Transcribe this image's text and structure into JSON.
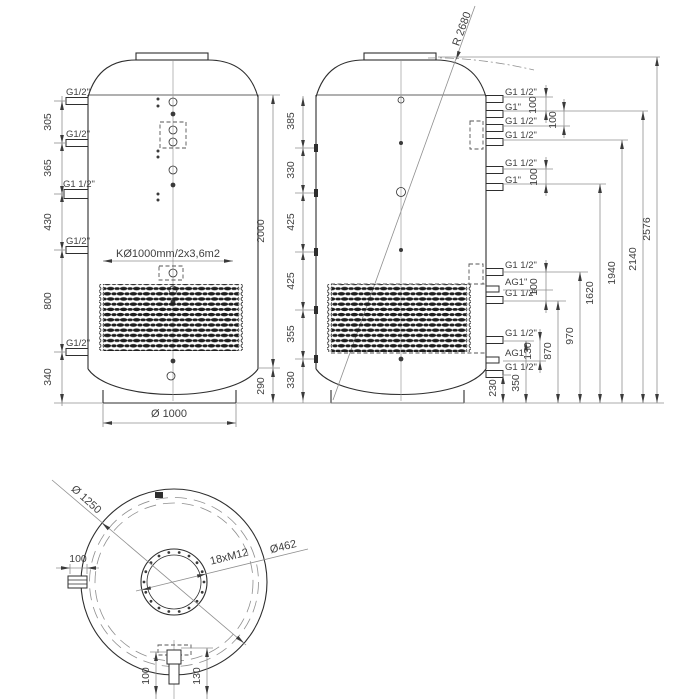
{
  "palette": {
    "object_line": "#2e2e2e",
    "dimension_line": "#8f8f8f",
    "text": "#3f3f3f"
  },
  "drawing": {
    "view_front_a": {
      "left_ports": [
        "G1/2\"",
        "G1/2\"",
        "G1 1/2\"",
        "G1/2\"",
        "G1/2\""
      ],
      "left_dims": [
        "305",
        "365",
        "430",
        "800",
        "340"
      ],
      "coil_label": "KØ1000mm/2x3,6m2",
      "height_dim": "2000",
      "base_height_dim": "290",
      "diameter_dim": "Ø 1000"
    },
    "view_front_b": {
      "radius_label": "R 2680",
      "left_dims": [
        "385",
        "330",
        "425",
        "425",
        "355",
        "330"
      ],
      "right_ports": [
        "G1 1/2\"",
        "G1\"",
        "G1 1/2\"",
        "G1 1/2\"",
        "G1 1/2\"",
        "G1\"",
        "G1 1/2\"",
        "AG1\"",
        "G1 1/2\"",
        "G1 1/2\"",
        "AG1\"",
        "G1 1/2\""
      ],
      "gap_dims": [
        "100",
        "100",
        "100",
        "100",
        "130"
      ],
      "height_dims": [
        "230",
        "350",
        "870",
        "970",
        "1620",
        "1940",
        "2140",
        "2576"
      ]
    },
    "view_bottom": {
      "outer_diameter": "Ø 1250",
      "flange_diameter": "Ø462",
      "bolt_spec": "18xM12",
      "side_port_dim": "100",
      "bottom_port_dim_a": "100",
      "bottom_port_dim_b": "130"
    }
  }
}
